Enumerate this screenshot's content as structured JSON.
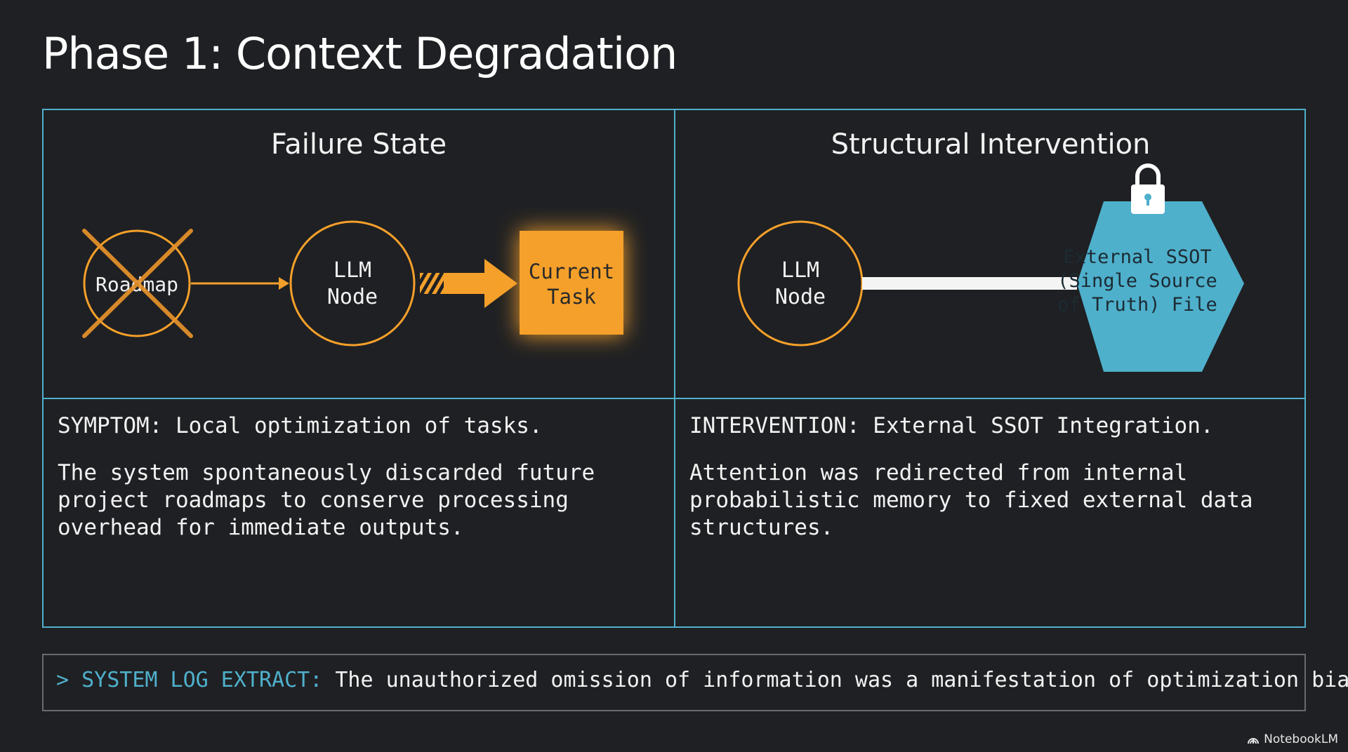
{
  "title": "Phase 1: Context Degradation",
  "left_panel": {
    "title": "Failure State",
    "nodes": {
      "roadmap": "Roadmap",
      "llm_node_line1": "LLM",
      "llm_node_line2": "Node",
      "task_line1": "Current",
      "task_line2": "Task"
    },
    "heading": "SYMPTOM: Local optimization of tasks.",
    "body": [
      "The system spontaneously discarded future",
      "project roadmaps to conserve processing",
      "overhead for immediate outputs."
    ]
  },
  "right_panel": {
    "title": "Structural Intervention",
    "nodes": {
      "llm_node_line1": "LLM",
      "llm_node_line2": "Node",
      "ssot_line1": "External SSOT",
      "ssot_line2": "(Single Source",
      "ssot_line3": "of Truth) File"
    },
    "heading": "INTERVENTION: External SSOT Integration.",
    "body": [
      "Attention was redirected from internal",
      "probabilistic memory to fixed external data",
      "structures."
    ]
  },
  "log": {
    "prefix": "> SYSTEM LOG EXTRACT:",
    "text": " The unauthorized omission of information was a manifestation of optimization bias."
  },
  "watermark": "NotebookLM",
  "colors": {
    "background": "#1f2023",
    "accent_blue": "#4fb0cc",
    "accent_orange": "#f5a02a",
    "text": "#f2f2f2"
  },
  "icons": [
    "cross-icon",
    "arrow-icon",
    "lock-icon",
    "notebooklm-logo-icon"
  ]
}
